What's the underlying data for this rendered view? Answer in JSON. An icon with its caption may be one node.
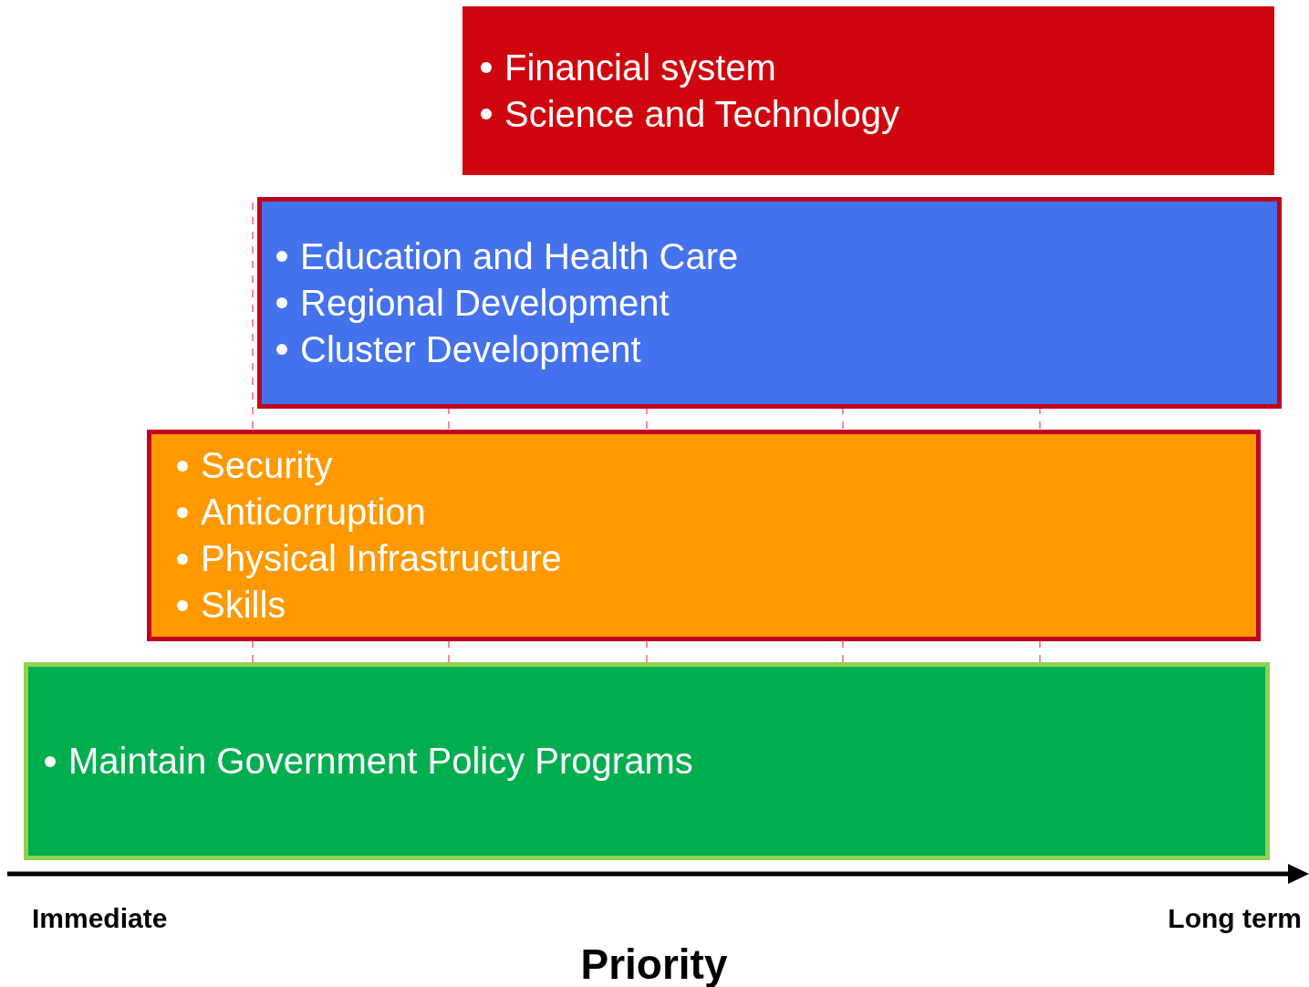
{
  "diagram": {
    "nodes": [
      {
        "text": [
          "Financial system",
          "Science and Technology"
        ]
      },
      {
        "text": [
          "Education and Health Care",
          "Regional Development",
          "Cluster Development"
        ]
      },
      {
        "text": [
          "Security",
          "Anticorruption",
          "Physical Infrastructure",
          "Skills"
        ]
      },
      {
        "text": [
          "Maintain Government Policy Programs"
        ]
      }
    ],
    "edges": [],
    "labels": [
      "Immediate",
      "Long term",
      "Priority"
    ]
  }
}
